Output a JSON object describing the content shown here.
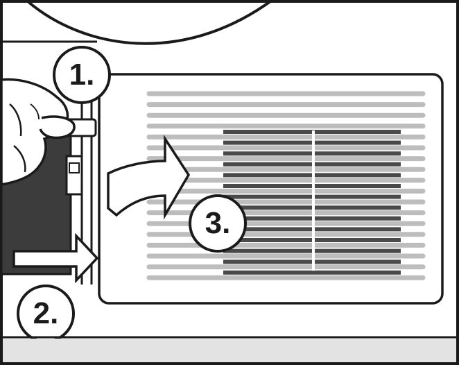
{
  "steps": [
    {
      "label": "1."
    },
    {
      "label": "2."
    },
    {
      "label": "3."
    }
  ],
  "colors": {
    "line": "#1a1a1a",
    "vent_light": "#bdbdbd",
    "vent_dark": "#4a4a4a",
    "dark_panel": "#3c3c3c",
    "bottom_strip": "#e3e3e3",
    "hand_fill": "#ffffff",
    "background": "#ffffff"
  },
  "icons": [
    "hand-icon",
    "pull-arrow-icon",
    "push-arrow-icon",
    "latch-icon"
  ]
}
